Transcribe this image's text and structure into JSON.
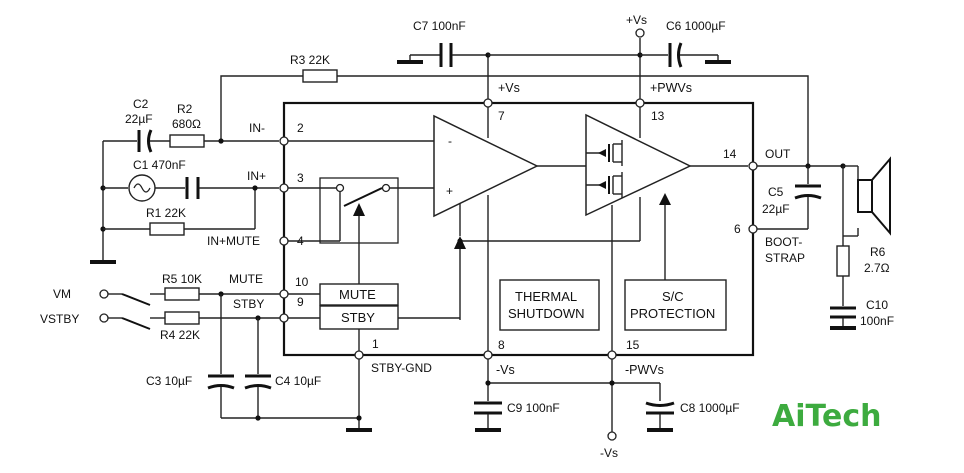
{
  "top": {
    "vs_label": "+Vs"
  },
  "components": {
    "C7": "C7 100nF",
    "C6": "C6 1000µF",
    "R3": "R3 22K",
    "C2_name": "C2",
    "C2_value": "22µF",
    "R2_name": "R2",
    "R2_value": "680Ω",
    "C1": "C1 470nF",
    "R1": "R1 22K",
    "R5": "R5 10K",
    "R4": "R4 22K",
    "C3": "C3 10µF",
    "C4": "C4 10µF",
    "C9": "C9 100nF",
    "C8": "C8 1000µF",
    "C5_name": "C5",
    "C5_value": "22µF",
    "R6_name": "R6",
    "R6_value": "2.7Ω",
    "C10_name": "C10",
    "C10_value": "100nF"
  },
  "pins": {
    "p2": "2",
    "p3": "3",
    "p4": "4",
    "p10": "10",
    "p9": "9",
    "p1": "1",
    "p7": "7",
    "p13": "13",
    "p14": "14",
    "p6": "6",
    "p8": "8",
    "p15": "15"
  },
  "labels": {
    "in_minus": "IN-",
    "in_plus": "IN+",
    "in_mute": "IN+MUTE",
    "mute": "MUTE",
    "stby": "STBY",
    "vs_pin7": "+Vs",
    "pwvs_pin13": "+PWVs",
    "out": "OUT",
    "boot1": "BOOT-",
    "boot2": "STRAP",
    "stby_gnd": "STBY-GND",
    "neg_vs_pin8": "-Vs",
    "neg_pwvs_pin15": "-PWVs",
    "neg_vs_bottom": "-Vs",
    "vm": "VM",
    "vstby": "VSTBY",
    "opamp_minus": "-",
    "opamp_plus": "+"
  },
  "blocks": {
    "mute_block": "MUTE",
    "stby_block": "STBY",
    "thermal_1": "THERMAL",
    "thermal_2": "SHUTDOWN",
    "sc_1": "S/C",
    "sc_2": "PROTECTION"
  },
  "brand": {
    "logo": "AiTech"
  }
}
